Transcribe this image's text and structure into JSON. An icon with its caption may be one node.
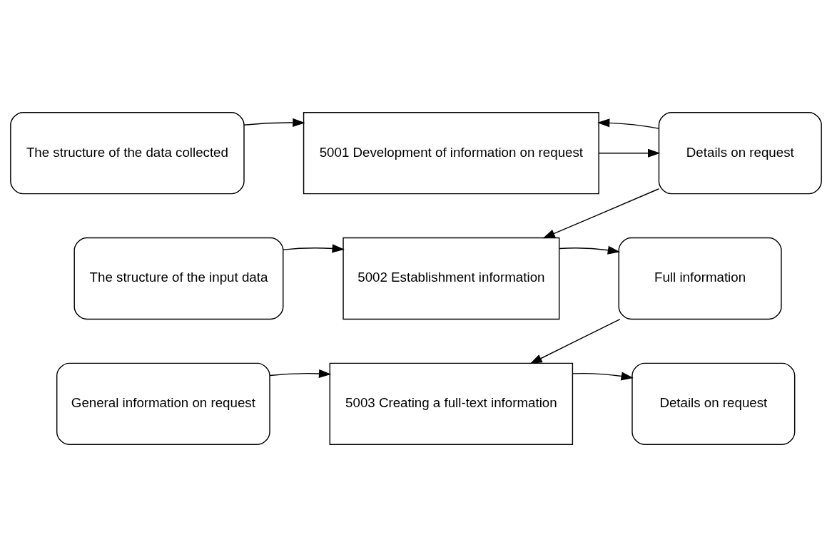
{
  "diagram": {
    "nodes": [
      {
        "text": [
          "The structure of the data collected"
        ]
      },
      {
        "text": [
          "5001 Development of information on request"
        ]
      },
      {
        "text": [
          "Details on request"
        ]
      },
      {
        "text": [
          "The structure of the input data"
        ]
      },
      {
        "text": [
          "5002 Establishment information"
        ]
      },
      {
        "text": [
          "Full information"
        ]
      },
      {
        "text": [
          "General information on request"
        ]
      },
      {
        "text": [
          "5003 Creating a full-text information"
        ]
      },
      {
        "text": [
          "Details on request"
        ]
      }
    ],
    "edges": [
      {
        "from": 0,
        "to": 1,
        "arrow": "to"
      },
      {
        "from": 1,
        "to": 2,
        "arrow": "to"
      },
      {
        "from": 2,
        "to": 1,
        "arrow": "to"
      },
      {
        "from": 2,
        "to": 4,
        "arrow": "to"
      },
      {
        "from": 3,
        "to": 4,
        "arrow": "to"
      },
      {
        "from": 4,
        "to": 5,
        "arrow": "to"
      },
      {
        "from": 5,
        "to": 7,
        "arrow": "to"
      },
      {
        "from": 6,
        "to": 7,
        "arrow": "to"
      },
      {
        "from": 7,
        "to": 8,
        "arrow": "to"
      }
    ]
  }
}
